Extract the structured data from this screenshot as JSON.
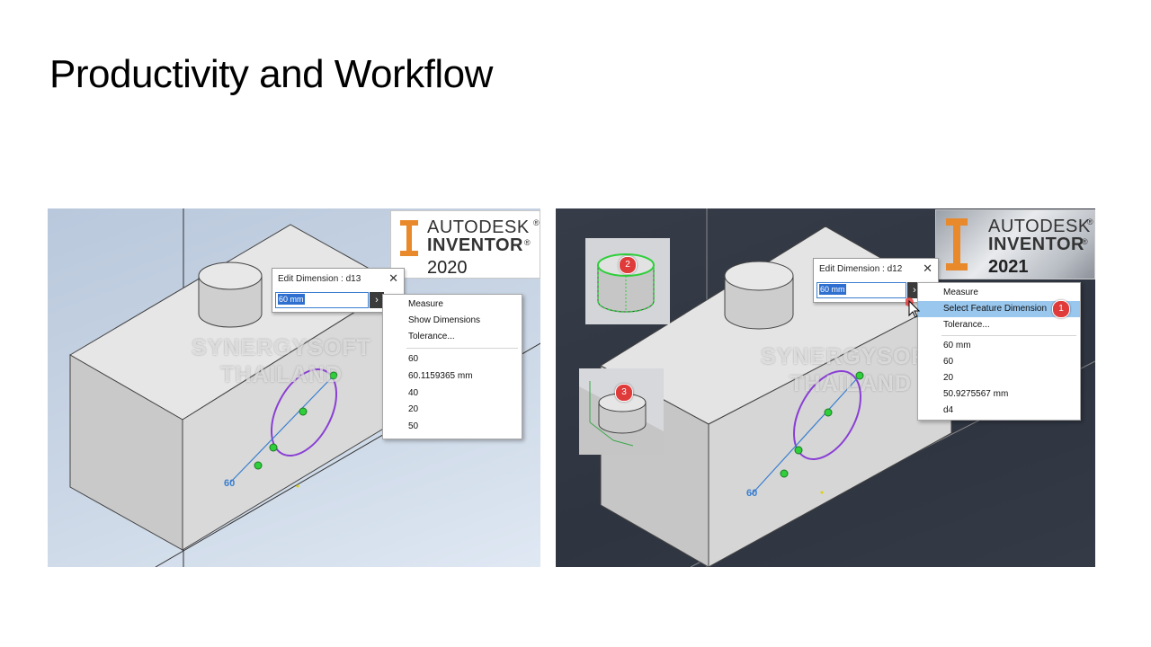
{
  "slide": {
    "title": "Productivity and Workflow"
  },
  "watermark": {
    "line1": "SYNERGYSOFT",
    "line2": "THAILAND"
  },
  "left_screenshot": {
    "logo": {
      "brand": "AUTODESK",
      "product": "INVENTOR",
      "year": "2020",
      "reg": "®"
    },
    "dialog": {
      "title": "Edit Dimension : d13",
      "close": "✕",
      "value": "60 mm",
      "arrow": "›"
    },
    "menu": {
      "top_items": [
        "Measure",
        "Show Dimensions",
        "Tolerance..."
      ],
      "recent_values": [
        "60",
        "60.1159365 mm",
        "40",
        "20",
        "50"
      ]
    },
    "dimension_label": "60"
  },
  "right_screenshot": {
    "logo": {
      "brand": "AUTODESK",
      "product": "INVENTOR",
      "year": "2021",
      "reg": "®"
    },
    "dialog": {
      "title": "Edit Dimension : d12",
      "close": "✕",
      "value": "60 mm",
      "arrow": "›"
    },
    "menu": {
      "top_items": [
        "Measure",
        "Select Feature Dimension",
        "Tolerance..."
      ],
      "highlighted": "Select Feature Dimension",
      "recent_values": [
        "60 mm",
        "60",
        "20",
        "50.9275567 mm",
        "d4"
      ]
    },
    "badges": [
      "1",
      "2",
      "3"
    ],
    "dimension_label": "60"
  },
  "colors": {
    "accent_purple": "#8a3fd4",
    "dimension_blue": "#3a7fd0",
    "highlight": "#99c7ee",
    "badge_red": "#e03b3b",
    "inventor_orange": "#e8892c"
  },
  "icons": [
    "inventor-logo-icon",
    "close-icon",
    "chevron-right-icon",
    "mouse-cursor-icon"
  ]
}
